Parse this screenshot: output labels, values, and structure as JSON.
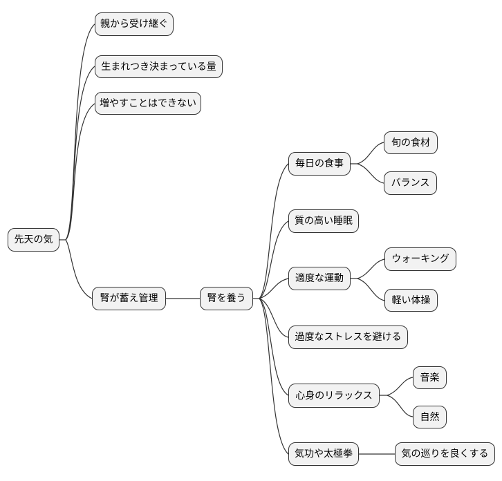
{
  "diagram_type": "mindmap",
  "mindmap": {
    "root": {
      "label": "先天の気",
      "children": [
        {
          "label": "親から受け継ぐ"
        },
        {
          "label": "生まれつき決まっている量"
        },
        {
          "label": "増やすことはできない"
        },
        {
          "label": "腎が蓄え管理",
          "children": [
            {
              "label": "腎を養う",
              "children": [
                {
                  "label": "毎日の食事",
                  "children": [
                    {
                      "label": "旬の食材"
                    },
                    {
                      "label": "バランス"
                    }
                  ]
                },
                {
                  "label": "質の高い睡眠"
                },
                {
                  "label": "適度な運動",
                  "children": [
                    {
                      "label": "ウォーキング"
                    },
                    {
                      "label": "軽い体操"
                    }
                  ]
                },
                {
                  "label": "過度なストレスを避ける"
                },
                {
                  "label": "心身のリラックス",
                  "children": [
                    {
                      "label": "音楽"
                    },
                    {
                      "label": "自然"
                    }
                  ]
                },
                {
                  "label": "気功や太極拳",
                  "children": [
                    {
                      "label": "気の巡りを良くする"
                    }
                  ]
                }
              ]
            }
          ]
        }
      ]
    }
  },
  "colors": {
    "background": "#ffffff",
    "node_fill": "#f2f2f2",
    "node_border": "#333333",
    "edge": "#333333",
    "text": "#000000"
  }
}
